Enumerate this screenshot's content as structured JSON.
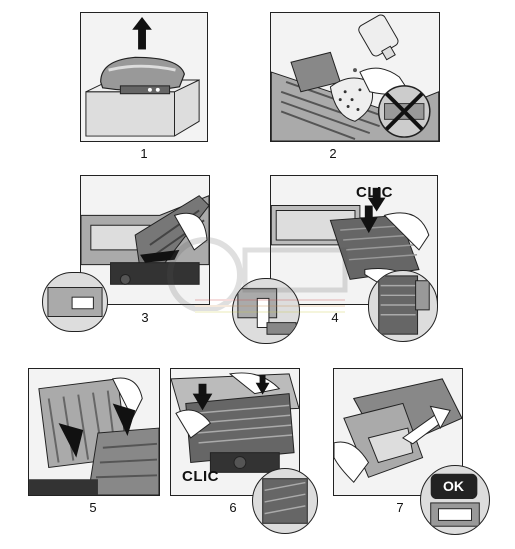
{
  "steps": [
    {
      "number": "1"
    },
    {
      "number": "2"
    },
    {
      "number": "3"
    },
    {
      "number": "4",
      "label": "CLIC"
    },
    {
      "number": "5"
    },
    {
      "number": "6",
      "label": "CLIC"
    },
    {
      "number": "7",
      "label": "OK"
    }
  ],
  "icons": {
    "arrow": "up-arrow-icon",
    "forbidden": "cross-out-icon",
    "push": "down-arrow-icon"
  }
}
